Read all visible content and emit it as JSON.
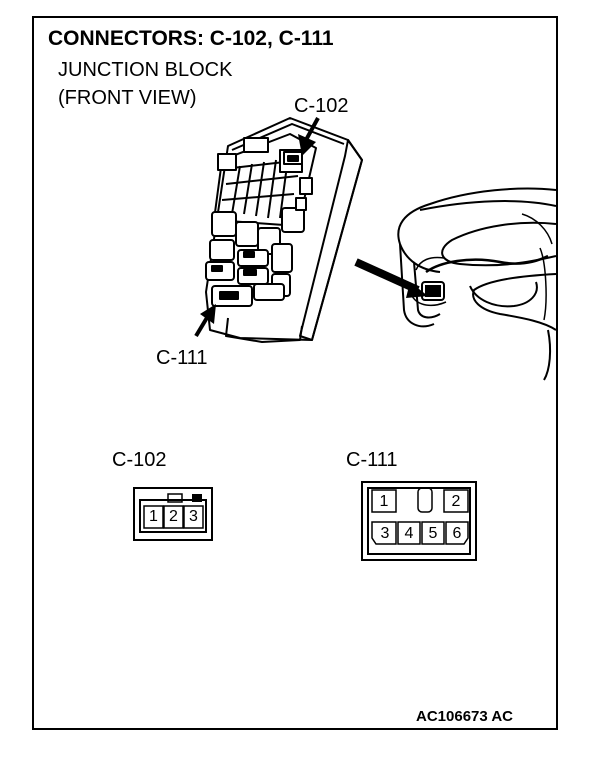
{
  "header": {
    "title": "CONNECTORS: C-102, C-111",
    "subtitle_line1": "JUNCTION BLOCK",
    "subtitle_line2": "(FRONT VIEW)"
  },
  "callouts": {
    "top": "C-102",
    "bottom": "C-111"
  },
  "connectors": {
    "c102": {
      "label": "C-102",
      "pins": [
        "1",
        "2",
        "3"
      ]
    },
    "c111": {
      "label": "C-111",
      "pins_top": [
        "1",
        "2"
      ],
      "pins_bottom": [
        "3",
        "4",
        "5",
        "6"
      ]
    }
  },
  "footer": {
    "code": "AC106673 AC"
  }
}
